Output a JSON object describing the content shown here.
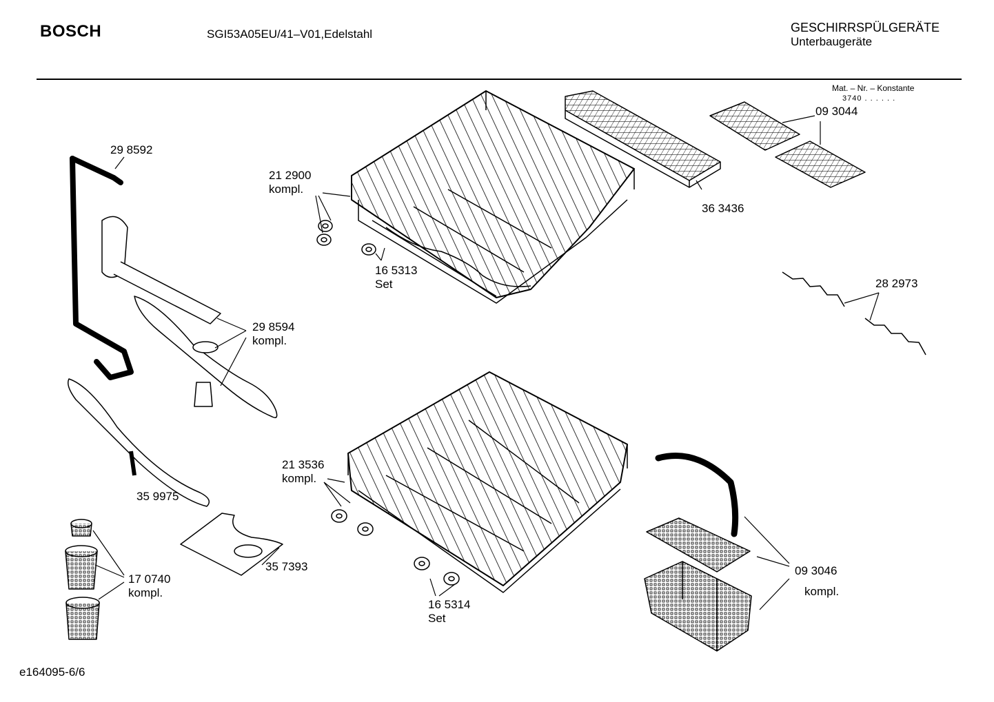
{
  "header": {
    "brand": "BOSCH",
    "model": "SGI53A05EU/41–V01,Edelstahl",
    "category": "GESCHIRRSPÜLGERÄTE",
    "subcategory": "Unterbaugeräte"
  },
  "material_note": {
    "label": "Mat. – Nr. – Konstante",
    "value": "3740 . .   . . . ."
  },
  "parts": [
    {
      "id": "p298592",
      "number": "29 8592",
      "note": ""
    },
    {
      "id": "p212900",
      "number": "21 2900",
      "note": "kompl."
    },
    {
      "id": "p165313",
      "number": "16 5313",
      "note": "Set"
    },
    {
      "id": "p363436",
      "number": "36 3436",
      "note": ""
    },
    {
      "id": "p093044",
      "number": "09 3044",
      "note": ""
    },
    {
      "id": "p282973",
      "number": "28 2973",
      "note": ""
    },
    {
      "id": "p298594",
      "number": "29 8594",
      "note": "kompl."
    },
    {
      "id": "p359975",
      "number": "35 9975",
      "note": ""
    },
    {
      "id": "p213536",
      "number": "21 3536",
      "note": "kompl."
    },
    {
      "id": "p357393",
      "number": "35 7393",
      "note": ""
    },
    {
      "id": "p170740",
      "number": "17 0740",
      "note": "kompl."
    },
    {
      "id": "p165314",
      "number": "16 5314",
      "note": "Set"
    },
    {
      "id": "p093046",
      "number": "09 3046",
      "note": "kompl."
    }
  ],
  "footer": {
    "code": "e164095-6/6"
  }
}
